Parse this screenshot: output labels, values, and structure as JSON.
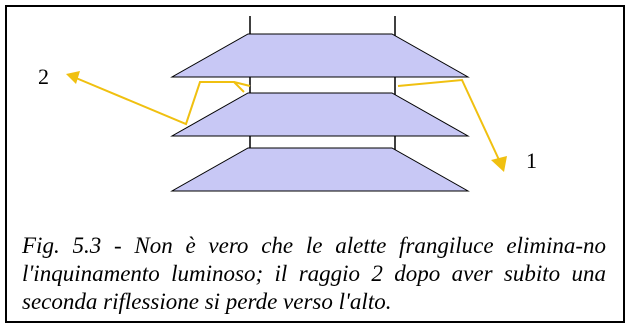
{
  "figure": {
    "ray_labels": {
      "ray_1": "1",
      "ray_2": "2"
    },
    "caption": "Fig. 5.3 - Non è vero che le alette frangiluce elimina-no l'inquinamento luminoso; il raggio 2 dopo aver subito una seconda riflessione si perde verso l'alto."
  },
  "colors": {
    "fin_fill": "#c8c8f5",
    "outline": "#000000",
    "ray": "#f0c010",
    "frame_border": "#000000"
  }
}
